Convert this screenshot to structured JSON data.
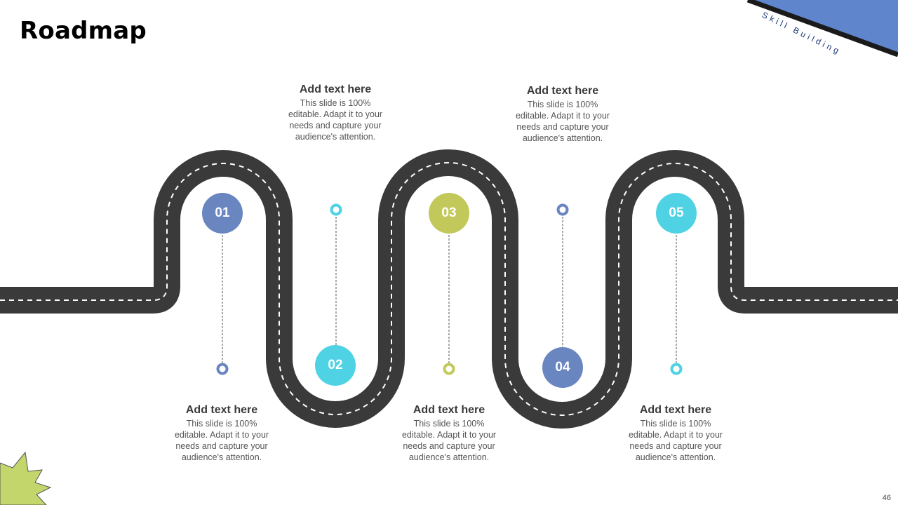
{
  "slide": {
    "title": "Roadmap",
    "page_number": "46",
    "ribbon_text": "Skill Building"
  },
  "colors": {
    "road": "#3a3a3a",
    "lane": "#ffffff",
    "blue": "#6a86c1",
    "cyan": "#4fd3e4",
    "lime": "#c2c95a",
    "ribbon": "#5f85cc",
    "star": "#c2d66b"
  },
  "steps": [
    {
      "number": "01",
      "color": "#6a86c1",
      "heading": "Add text here",
      "body": [
        "This slide is 100%",
        "editable. Adapt it to your",
        "needs and capture your",
        "audience's attention."
      ]
    },
    {
      "number": "02",
      "color": "#4fd3e4",
      "heading": "Add text here",
      "body": [
        "This slide is 100%",
        "editable. Adapt it to your",
        "needs and capture your",
        "audience's attention."
      ]
    },
    {
      "number": "03",
      "color": "#c2c95a",
      "heading": "Add text here",
      "body": [
        "This slide is 100%",
        "editable. Adapt it to your",
        "needs and capture your",
        "audience's attention."
      ]
    },
    {
      "number": "04",
      "color": "#6a86c1",
      "heading": "Add text here",
      "body": [
        "This slide is 100%",
        "editable. Adapt it to your",
        "needs and capture your",
        "audience's attention."
      ]
    },
    {
      "number": "05",
      "color": "#4fd3e4",
      "heading": "Add text here",
      "body": [
        "This slide is 100%",
        "editable. Adapt it to your",
        "needs and capture your",
        "audience's attention."
      ]
    }
  ]
}
